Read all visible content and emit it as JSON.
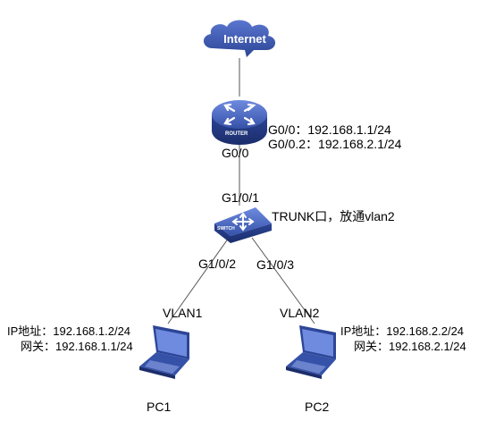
{
  "internet": {
    "label": "Internet"
  },
  "router": {
    "badge": "ROUTER",
    "port_label": "G0/0",
    "interfaces": [
      "G0/0：192.168.1.1/24",
      "G0/0.2：192.168.2.1/24"
    ]
  },
  "switch": {
    "badge": "SWITCH",
    "uplink_port": "G1/0/1",
    "trunk_note": "TRUNK口，放通vlan2",
    "port_left": "G1/0/2",
    "port_right": "G1/0/3"
  },
  "pc1": {
    "name": "PC1",
    "vlan": "VLAN1",
    "ip": "IP地址：192.168.1.2/24",
    "gateway": "网关：192.168.1.1/24"
  },
  "pc2": {
    "name": "PC2",
    "vlan": "VLAN2",
    "ip": "IP地址：192.168.2.2/24",
    "gateway": "网关：192.168.2.1/24"
  },
  "colors": {
    "device_blue": "#2f4fa8",
    "device_light": "#5a78cc",
    "cloud": "#3a56b0"
  }
}
